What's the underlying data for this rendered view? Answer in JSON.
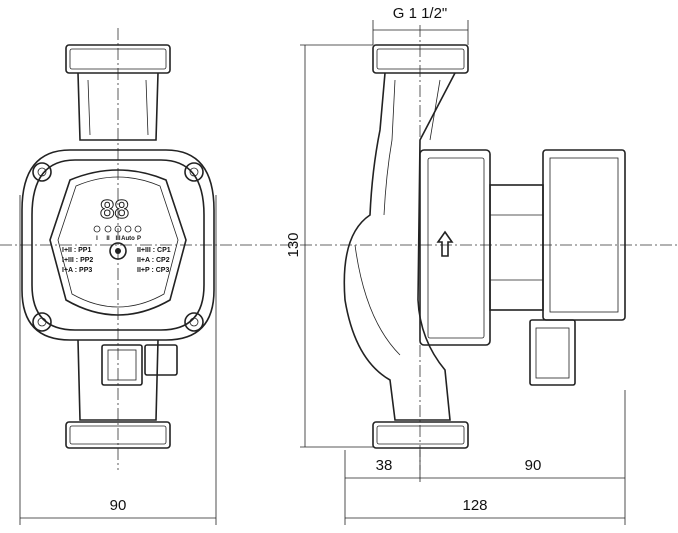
{
  "dimensions": {
    "thread": "G 1 1/2\"",
    "front_width": "90",
    "height": "130",
    "inlet_to_axis": "38",
    "motor_length": "90",
    "total_length": "128"
  },
  "control_panel": {
    "display": "88",
    "leds": [
      "I",
      "II",
      "III",
      "Auto",
      "P"
    ],
    "modes_left": [
      "I+II  : PP1",
      "I+III : PP2",
      "I+A  : PP3"
    ],
    "modes_right": [
      "II+III : CP1",
      "II+A  : CP2",
      "II+P  : CP3"
    ]
  }
}
